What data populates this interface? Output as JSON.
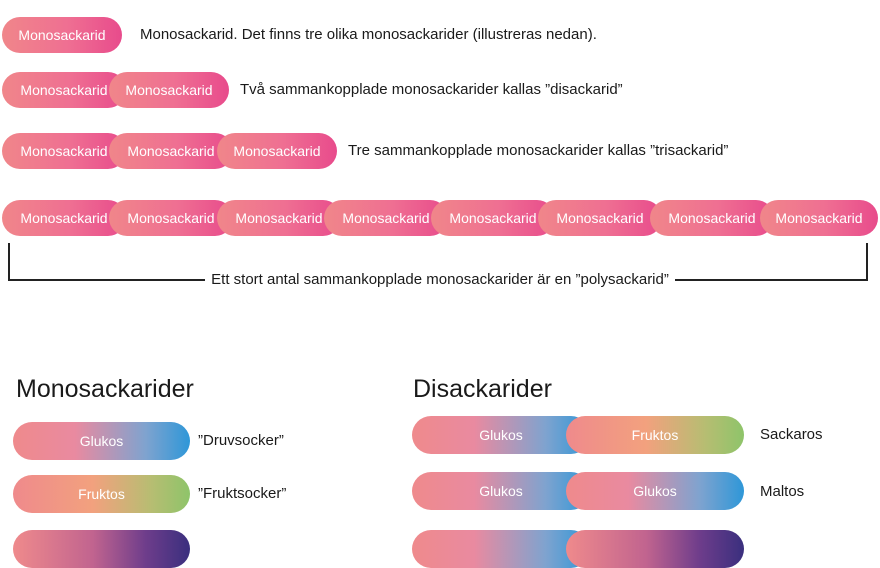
{
  "top": {
    "mono_pill": "Monosackarid",
    "row1_text": "Monosackarid. Det finns tre olika monosackarider  (illustreras nedan).",
    "row2_text": "Två sammankopplade monosackarider kallas ”disackarid”",
    "row3_text": "Tre sammankopplade monosackarider kallas ”trisackarid”",
    "poly_text": "Ett stort antal sammankopplade monosackarider är en ”polysackarid”"
  },
  "monosackarider": {
    "heading": "Monosackarider",
    "items": [
      {
        "label": "Glukos",
        "description": "”Druvsocker”"
      },
      {
        "label": "Fruktos",
        "description": "”Fruktsocker”"
      },
      {
        "label": "",
        "description": ""
      }
    ]
  },
  "disackarider": {
    "heading": "Disackarider",
    "items": [
      {
        "left": "Glukos",
        "right": "Fruktos",
        "name": "Sackaros"
      },
      {
        "left": "Glukos",
        "right": "Glukos",
        "name": "Maltos"
      },
      {
        "left": "",
        "right": "",
        "name": ""
      }
    ]
  },
  "colors": {
    "mono_gradient": [
      "#f0868a",
      "#e84b8c"
    ],
    "glukos_end": "#2e97d8",
    "fruktos_end": "#8ec46a",
    "galaktos_end": "#3a2f7e",
    "bracket": "#222222"
  }
}
